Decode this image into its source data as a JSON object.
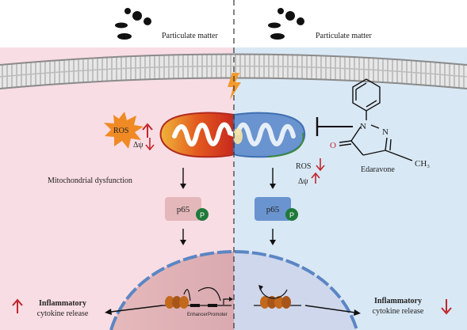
{
  "labels": {
    "particulate_left": "Particulate matter",
    "particulate_right": "Particulate matter",
    "ros_left": "ROS",
    "dpsi_left": "Δψ",
    "mito_dysfunction": "Mitochondrial dysfunction",
    "ros_right": "ROS",
    "dpsi_right": "Δψ",
    "p65_left": "p65",
    "p65_right": "p65",
    "p_left": "P",
    "p_right": "P",
    "inflam_left_1": "Inflammatory",
    "inflam_left_2": "cytokine release",
    "inflam_right_1": "Inflammatory",
    "inflam_right_2": "cytokine release",
    "enhancer": "Enhancer",
    "promoter": "Promoter",
    "edaravone": "Edaravone",
    "atom_N1": "N",
    "atom_N2": "N",
    "atom_O": "O",
    "atom_CH3": "CH₃"
  },
  "colors": {
    "left_bg": "#f9dde4",
    "right_bg": "#d9e8f5",
    "arrow_up": "#c0272d",
    "arrow_down": "#c0272d",
    "p_badge": "#1f7a3a",
    "ros_burst": "#f08a24"
  }
}
